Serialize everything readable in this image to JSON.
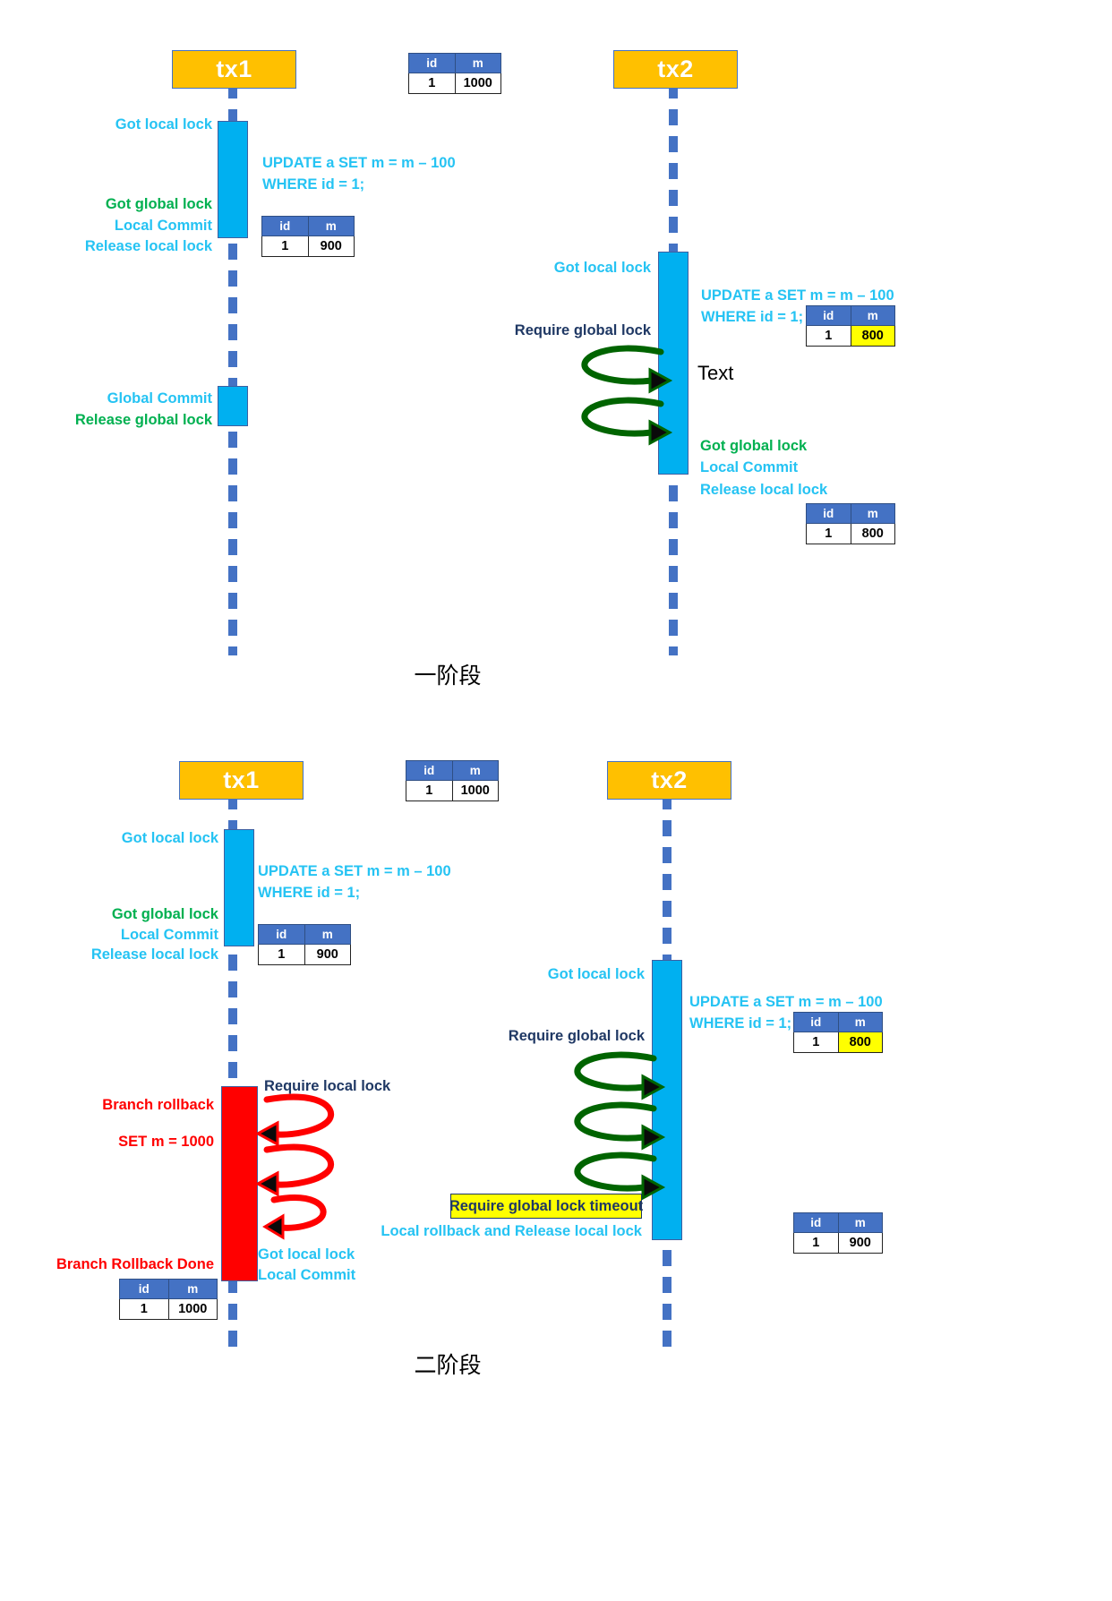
{
  "diagram": {
    "title_phase1": "一阶段",
    "title_phase2": "二阶段"
  },
  "phase1": {
    "caption": "一阶段",
    "tx1": {
      "header": "tx1",
      "labels": {
        "got_local_lock": "Got local lock",
        "got_global_lock": "Got global lock",
        "local_commit": "Local Commit",
        "release_local_lock": "Release local lock",
        "global_commit": "Global Commit",
        "release_global_lock": "Release global lock"
      },
      "sql": "UPDATE a SET m = m – 100\nWHERE id = 1;",
      "table_after": {
        "headers": [
          "id",
          "m"
        ],
        "rows": [
          [
            "1",
            "900"
          ]
        ]
      }
    },
    "tx2": {
      "header": "tx2",
      "labels": {
        "got_local_lock": "Got local lock",
        "require_global_lock": "Require global lock",
        "got_global_lock": "Got global lock",
        "local_commit": "Local Commit",
        "release_local_lock": "Release local lock",
        "text_note": "Text"
      },
      "sql": "UPDATE a SET m = m – 100\nWHERE id = 1;",
      "table_pending": {
        "headers": [
          "id",
          "m"
        ],
        "rows": [
          [
            "1",
            "800"
          ]
        ],
        "highlight_cell": "800"
      },
      "table_after": {
        "headers": [
          "id",
          "m"
        ],
        "rows": [
          [
            "1",
            "800"
          ]
        ]
      }
    },
    "table_initial": {
      "headers": [
        "id",
        "m"
      ],
      "rows": [
        [
          "1",
          "1000"
        ]
      ]
    }
  },
  "phase2": {
    "caption": "二阶段",
    "tx1": {
      "header": "tx1",
      "labels": {
        "got_local_lock": "Got local lock",
        "got_global_lock": "Got global lock",
        "local_commit": "Local Commit",
        "release_local_lock": "Release local lock",
        "branch_rollback": "Branch rollback",
        "set_m": "SET m = 1000",
        "require_local_lock": "Require local lock",
        "got_local_lock_2": "Got local lock",
        "local_commit_2": "Local Commit",
        "branch_rollback_done": "Branch Rollback Done"
      },
      "sql": "UPDATE a SET m = m – 100\nWHERE id = 1;",
      "table_after": {
        "headers": [
          "id",
          "m"
        ],
        "rows": [
          [
            "1",
            "900"
          ]
        ]
      },
      "table_rollback": {
        "headers": [
          "id",
          "m"
        ],
        "rows": [
          [
            "1",
            "1000"
          ]
        ]
      }
    },
    "tx2": {
      "header": "tx2",
      "labels": {
        "got_local_lock": "Got local lock",
        "require_global_lock": "Require global lock",
        "timeout": "Require global lock timeout",
        "local_rollback_release": "Local rollback and Release local lock"
      },
      "sql": "UPDATE a SET m = m – 100\nWHERE id = 1;",
      "table_pending": {
        "headers": [
          "id",
          "m"
        ],
        "rows": [
          [
            "1",
            "800"
          ]
        ],
        "highlight_cell": "800"
      },
      "table_final": {
        "headers": [
          "id",
          "m"
        ],
        "rows": [
          [
            "1",
            "900"
          ]
        ]
      }
    },
    "table_initial": {
      "headers": [
        "id",
        "m"
      ],
      "rows": [
        [
          "1",
          "1000"
        ]
      ]
    }
  },
  "colors": {
    "orange_header": "#FFC000",
    "lifeline_blue": "#4472C4",
    "activation_blue": "#00B0F0",
    "activation_red": "#FF0000",
    "label_cyan": "#25C3F3",
    "label_green": "#00B050",
    "label_navy": "#1F3864",
    "label_red": "#FF0000",
    "highlight_yellow": "#FFFF00",
    "arrow_green": "#006400",
    "arrow_red": "#FF0000"
  }
}
